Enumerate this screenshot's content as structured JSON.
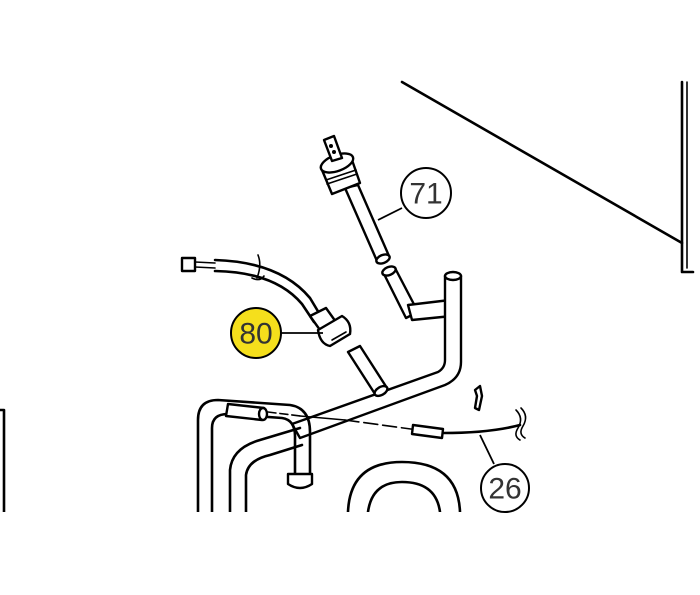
{
  "diagram": {
    "type": "exploded-parts-view",
    "highlight_color": "#f5df1c",
    "callouts": [
      {
        "id": "callout-71",
        "label": "71",
        "highlighted": false
      },
      {
        "id": "callout-80",
        "label": "80",
        "highlighted": true
      },
      {
        "id": "callout-26",
        "label": "26",
        "highlighted": false
      }
    ]
  }
}
